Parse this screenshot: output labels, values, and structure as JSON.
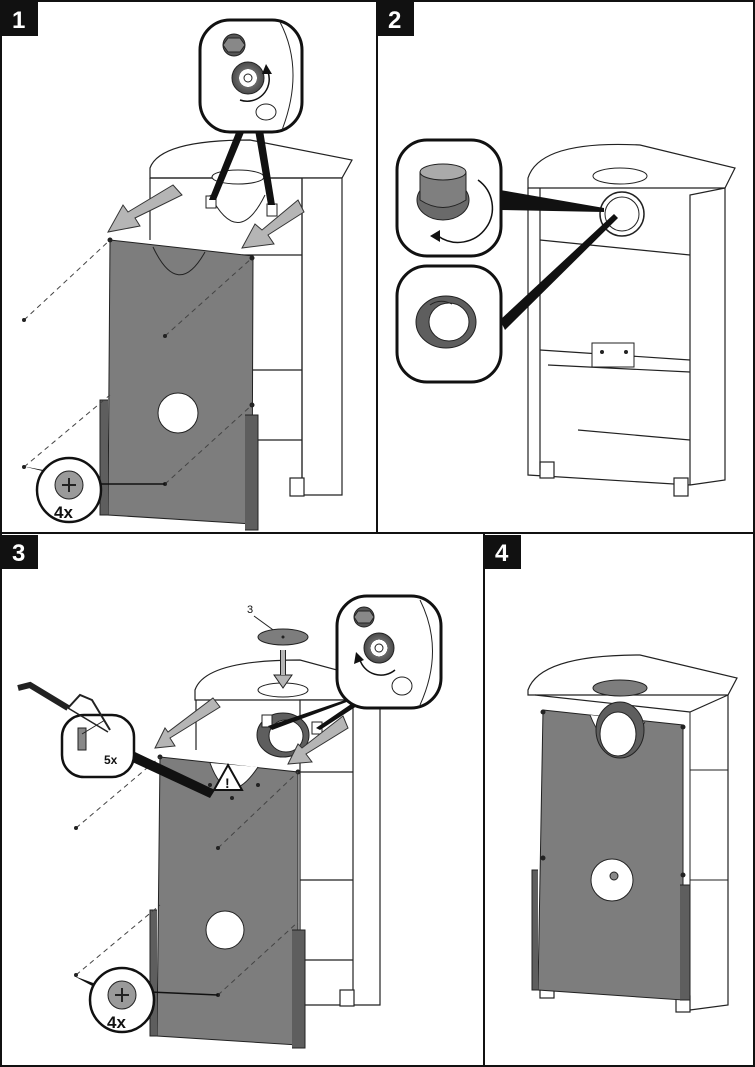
{
  "steps": [
    {
      "number": "1",
      "quantity_label": "4x"
    },
    {
      "number": "2"
    },
    {
      "number": "3",
      "part_label": "3",
      "cut_count_label": "5x",
      "quantity_label": "4x"
    },
    {
      "number": "4"
    }
  ],
  "icons": {
    "screw": "screw-icon",
    "warning": "warning-icon",
    "hacksaw": "hacksaw-icon",
    "rotate_arrow": "rotate-arrow-icon"
  },
  "colors": {
    "panel": "#7d7d7d",
    "panel_dark": "#5e5e5e",
    "arrow": "#b5b5b5",
    "badge": "#111111",
    "line": "#222222"
  }
}
